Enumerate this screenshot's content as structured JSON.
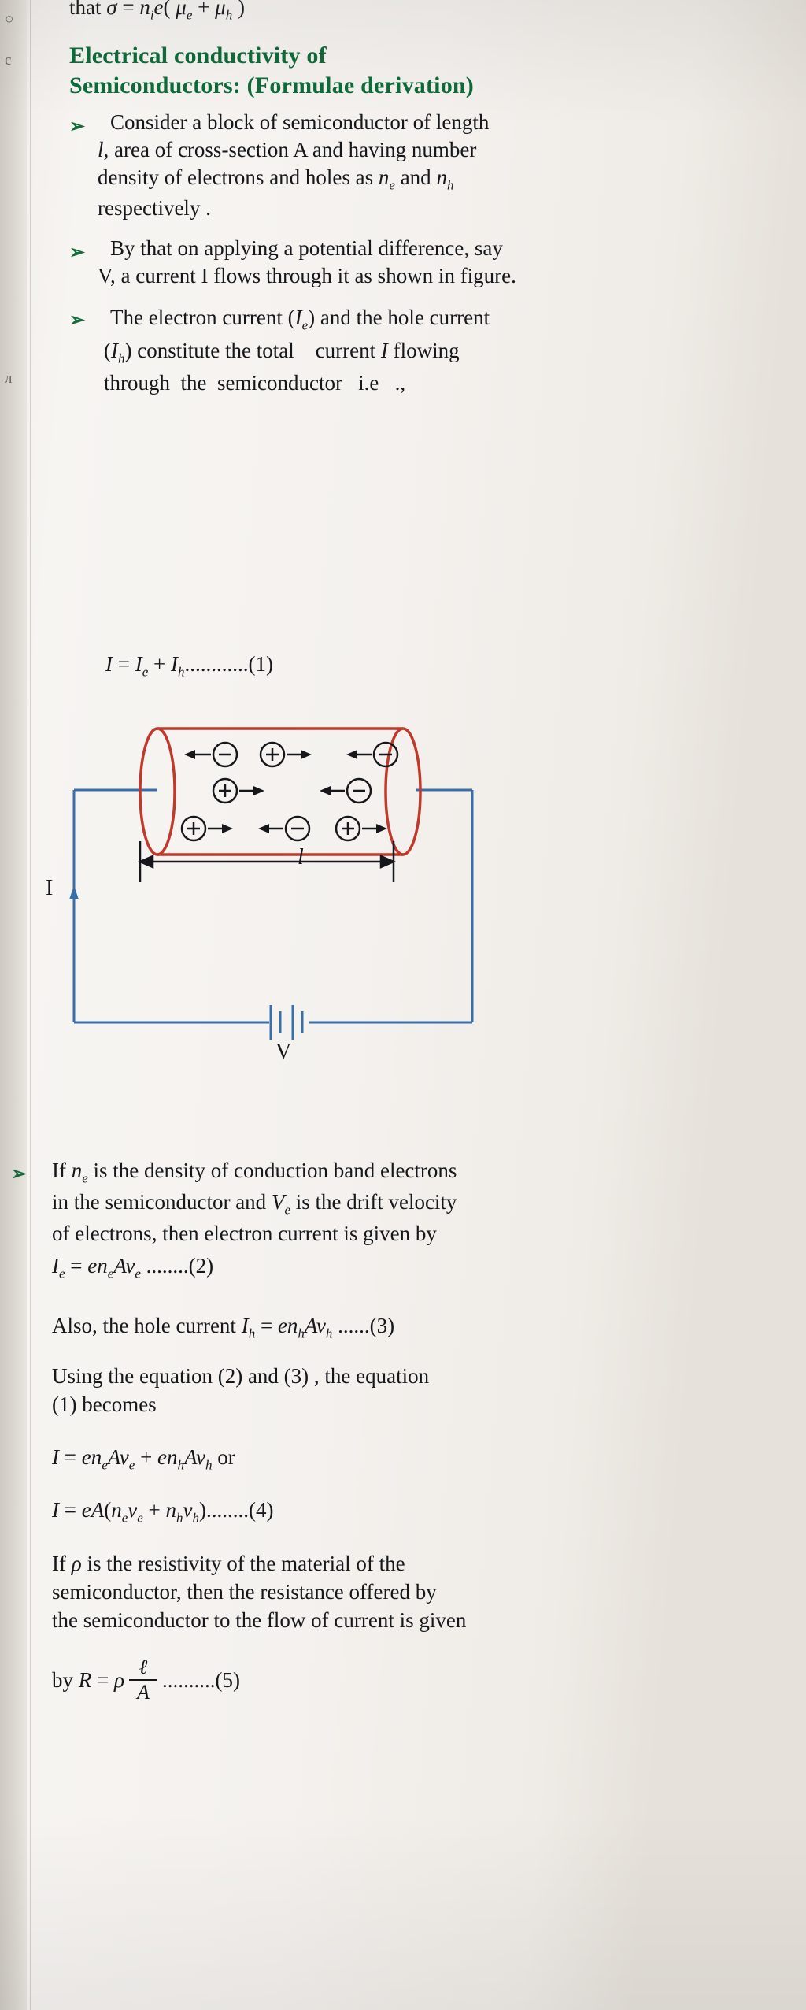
{
  "document": {
    "top_cropped_formula": "that σ = nᵢe( μₑ + μₕ )",
    "heading_line1": "Electrical conductivity of",
    "heading_line2": "Semiconductors: (Formulae derivation)",
    "bullet_glyph": "➢",
    "bullets": [
      {
        "id": "bullet-1",
        "lines": [
          "Consider a block of semiconductor of length",
          "l, area of cross-section A and having number",
          "density of electrons and holes as nₑ and nₕ",
          "respectively ."
        ]
      },
      {
        "id": "bullet-2",
        "lines": [
          "By that on applying a potential difference, say",
          "V, a current I flows through it as shown in figure."
        ]
      },
      {
        "id": "bullet-3",
        "lines": [
          "The electron current (Iₑ) and the hole current",
          "(Iₕ) constitute the total    current I flowing",
          "through   the   semiconductor    i.e   .,"
        ]
      },
      {
        "id": "bullet-4",
        "lines": [
          "If nₑ is the density of conduction band electrons",
          "in the semiconductor and Vₑ is the drift velocity",
          "of electrons, then electron current is given by"
        ]
      }
    ],
    "equation_1": "I = Iₑ + Iₕ............(1)",
    "equation_2": "Iₑ = enₑAvₑ ........(2)",
    "equation_3_prefix": "Also, the hole current",
    "equation_3": "Iₕ = enₕAvₕ ......(3)",
    "using_line1": "Using the equation (2) and (3) , the equation",
    "using_line2": "(1) becomes",
    "equation_4a": "I = enₑAvₑ + enₕAvₕ or",
    "equation_4b": "I = eA(nₑvₑ + nₕvₕ)........(4)",
    "rho_lines": [
      "If ρ  is the resistivity of the material of the",
      "semiconductor, then the resistance offered by",
      "the semiconductor to the flow of current is given"
    ],
    "equation_5_prefix": "by R = ρ",
    "equation_5_num": "ℓ",
    "equation_5_den": "A",
    "equation_5_suffix": "..........(5)"
  },
  "figure": {
    "name": "semiconductor-block-circuit",
    "length_label": "l",
    "current_label": "I",
    "voltage_label": "V",
    "carriers": [
      {
        "type": "electron",
        "symbol": "⊖",
        "direction": "left",
        "row": 1
      },
      {
        "type": "hole",
        "symbol": "⊕",
        "direction": "right",
        "row": 1
      },
      {
        "type": "electron",
        "symbol": "⊖",
        "direction": "left",
        "row": 1
      },
      {
        "type": "hole",
        "symbol": "⊕",
        "direction": "right",
        "row": 2
      },
      {
        "type": "electron",
        "symbol": "⊖",
        "direction": "left",
        "row": 2
      },
      {
        "type": "hole",
        "symbol": "⊕",
        "direction": "right",
        "row": 3
      },
      {
        "type": "electron",
        "symbol": "⊖",
        "direction": "left",
        "row": 3
      },
      {
        "type": "hole",
        "symbol": "⊕",
        "direction": "right",
        "row": 3
      }
    ],
    "colors": {
      "cylinder": "#c0392b",
      "wire": "#3a6ea8",
      "dimension": "#15171b"
    }
  },
  "page_edge": {
    "marks": [
      "○",
      "є",
      "л"
    ]
  }
}
